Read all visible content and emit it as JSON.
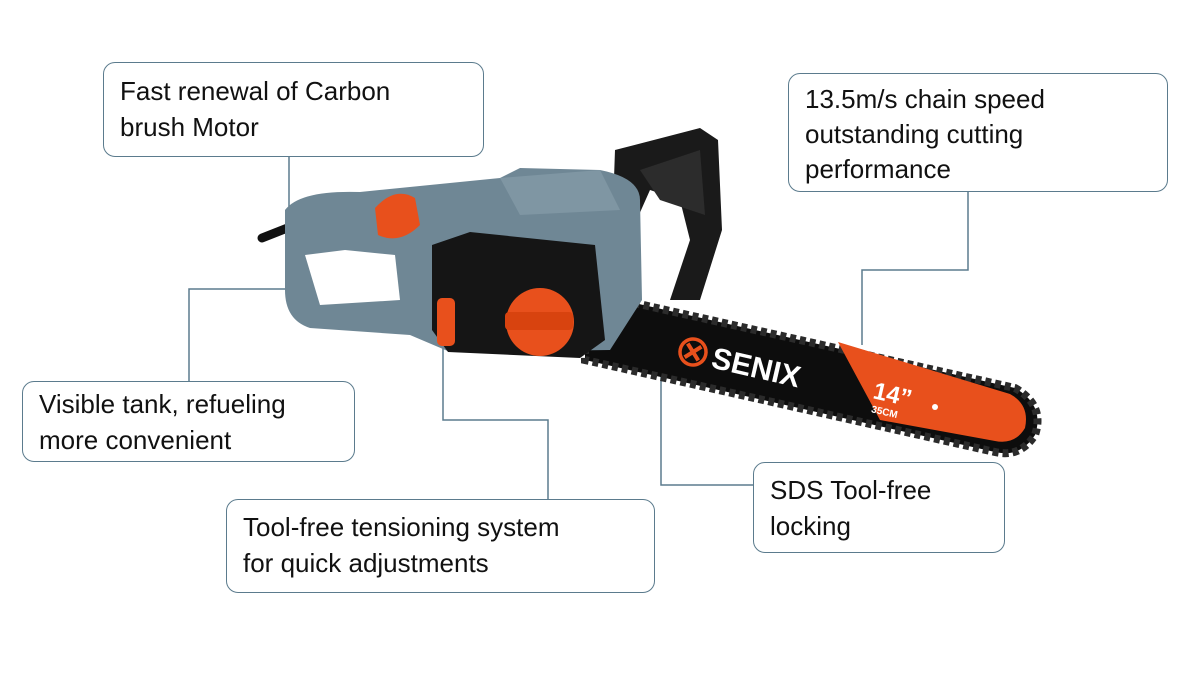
{
  "product": {
    "brand": "SENIX",
    "bar_size": "14”",
    "bar_size_metric": "35CM"
  },
  "callouts": [
    {
      "id": "motor",
      "lines": [
        "Fast renewal of Carbon",
        "brush Motor"
      ]
    },
    {
      "id": "chain-speed",
      "lines": [
        "13.5m/s chain speed",
        "outstanding cutting",
        "performance"
      ]
    },
    {
      "id": "tank",
      "lines": [
        "Visible tank, refueling",
        "more convenient"
      ]
    },
    {
      "id": "tensioning",
      "lines": [
        "Tool-free tensioning system",
        "for quick adjustments"
      ]
    },
    {
      "id": "sds",
      "lines": [
        "SDS Tool-free",
        "locking"
      ]
    }
  ],
  "colors": {
    "border": "#5b7b8d",
    "body": "#6f8795",
    "accent": "#e8501c",
    "dark": "#111111"
  }
}
